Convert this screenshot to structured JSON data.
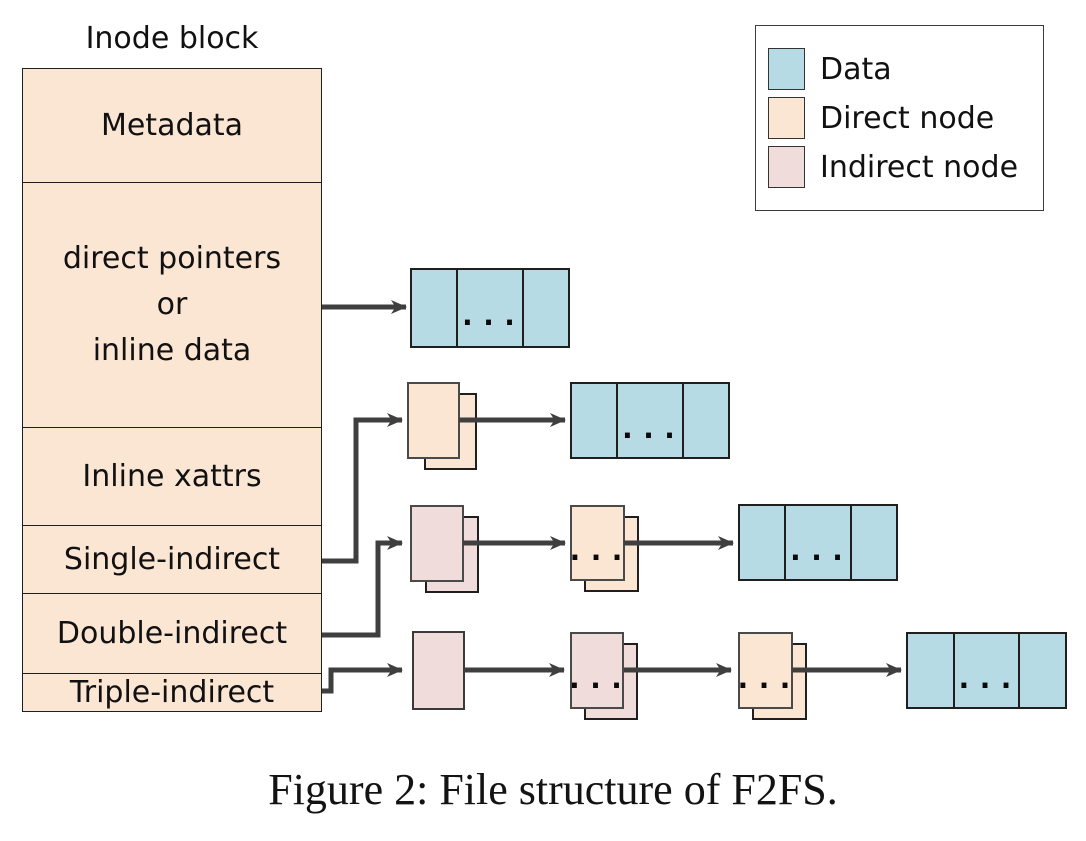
{
  "inode": {
    "title": "Inode block",
    "sections": {
      "metadata": "Metadata",
      "direct_pointers_line1": "direct pointers",
      "direct_pointers_line2": "or",
      "direct_pointers_line3": "inline data",
      "inline_xattrs": "Inline xattrs",
      "single_indirect": "Single-indirect",
      "double_indirect": "Double-indirect",
      "triple_indirect": "Triple-indirect"
    }
  },
  "legend": {
    "data_label": "Data",
    "direct_label": "Direct node",
    "indirect_label": "Indirect node"
  },
  "ellipsis": "...",
  "caption": "Figure 2: File structure of F2FS.",
  "colors": {
    "data_block": "#b6dbe5",
    "direct_node": "#fbe6d4",
    "indirect_node": "#f0dcdb",
    "arrow": "#3f3f3f",
    "border": "#1f1f1f"
  }
}
